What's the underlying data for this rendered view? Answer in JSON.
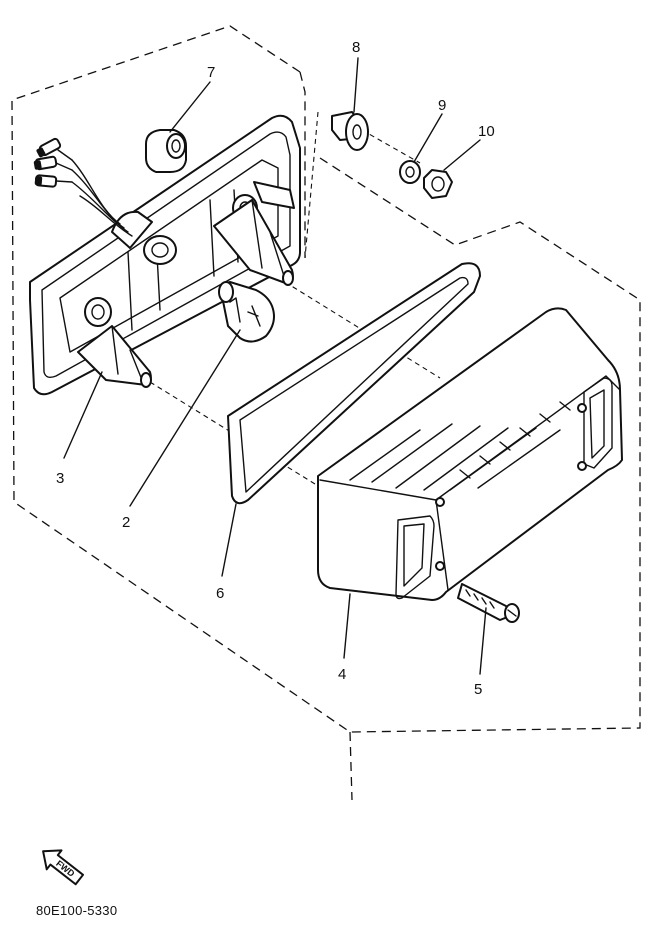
{
  "callouts": {
    "c1": "2",
    "c2": "3",
    "c3": "4",
    "c4": "5",
    "c5": "6",
    "c6": "7",
    "c7": "8",
    "c8": "9",
    "c9": "10"
  },
  "fwd_label": "FWD",
  "reference_code": "80E100-5330"
}
